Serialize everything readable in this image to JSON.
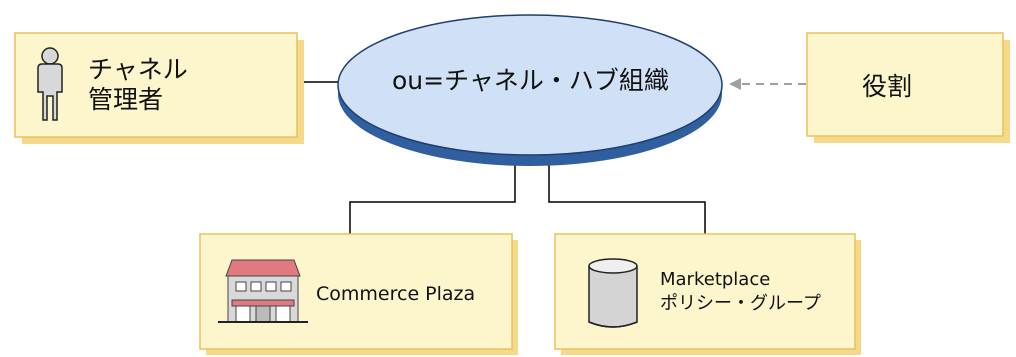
{
  "nodes": {
    "channel_admin": {
      "line1": "チャネル",
      "line2": "管理者",
      "icon": "person-icon"
    },
    "ou": {
      "label": "ou=チャネル・ハブ組織"
    },
    "role": {
      "label": "役割"
    },
    "commerce_plaza": {
      "label": "Commerce Plaza",
      "icon": "storefront-icon"
    },
    "marketplace": {
      "line1": "Marketplace",
      "line2": "ポリシー・グループ",
      "icon": "database-icon"
    }
  },
  "colors": {
    "box_fill": "#fdf6cc",
    "box_shadow": "#f5d98a",
    "box_border": "#e8c25a",
    "ellipse_fill": "#cfe0f7",
    "ellipse_shadow": "#2f5f9e",
    "ellipse_border": "#1f3f6e",
    "dashed_arrow": "#a0a0a0"
  }
}
